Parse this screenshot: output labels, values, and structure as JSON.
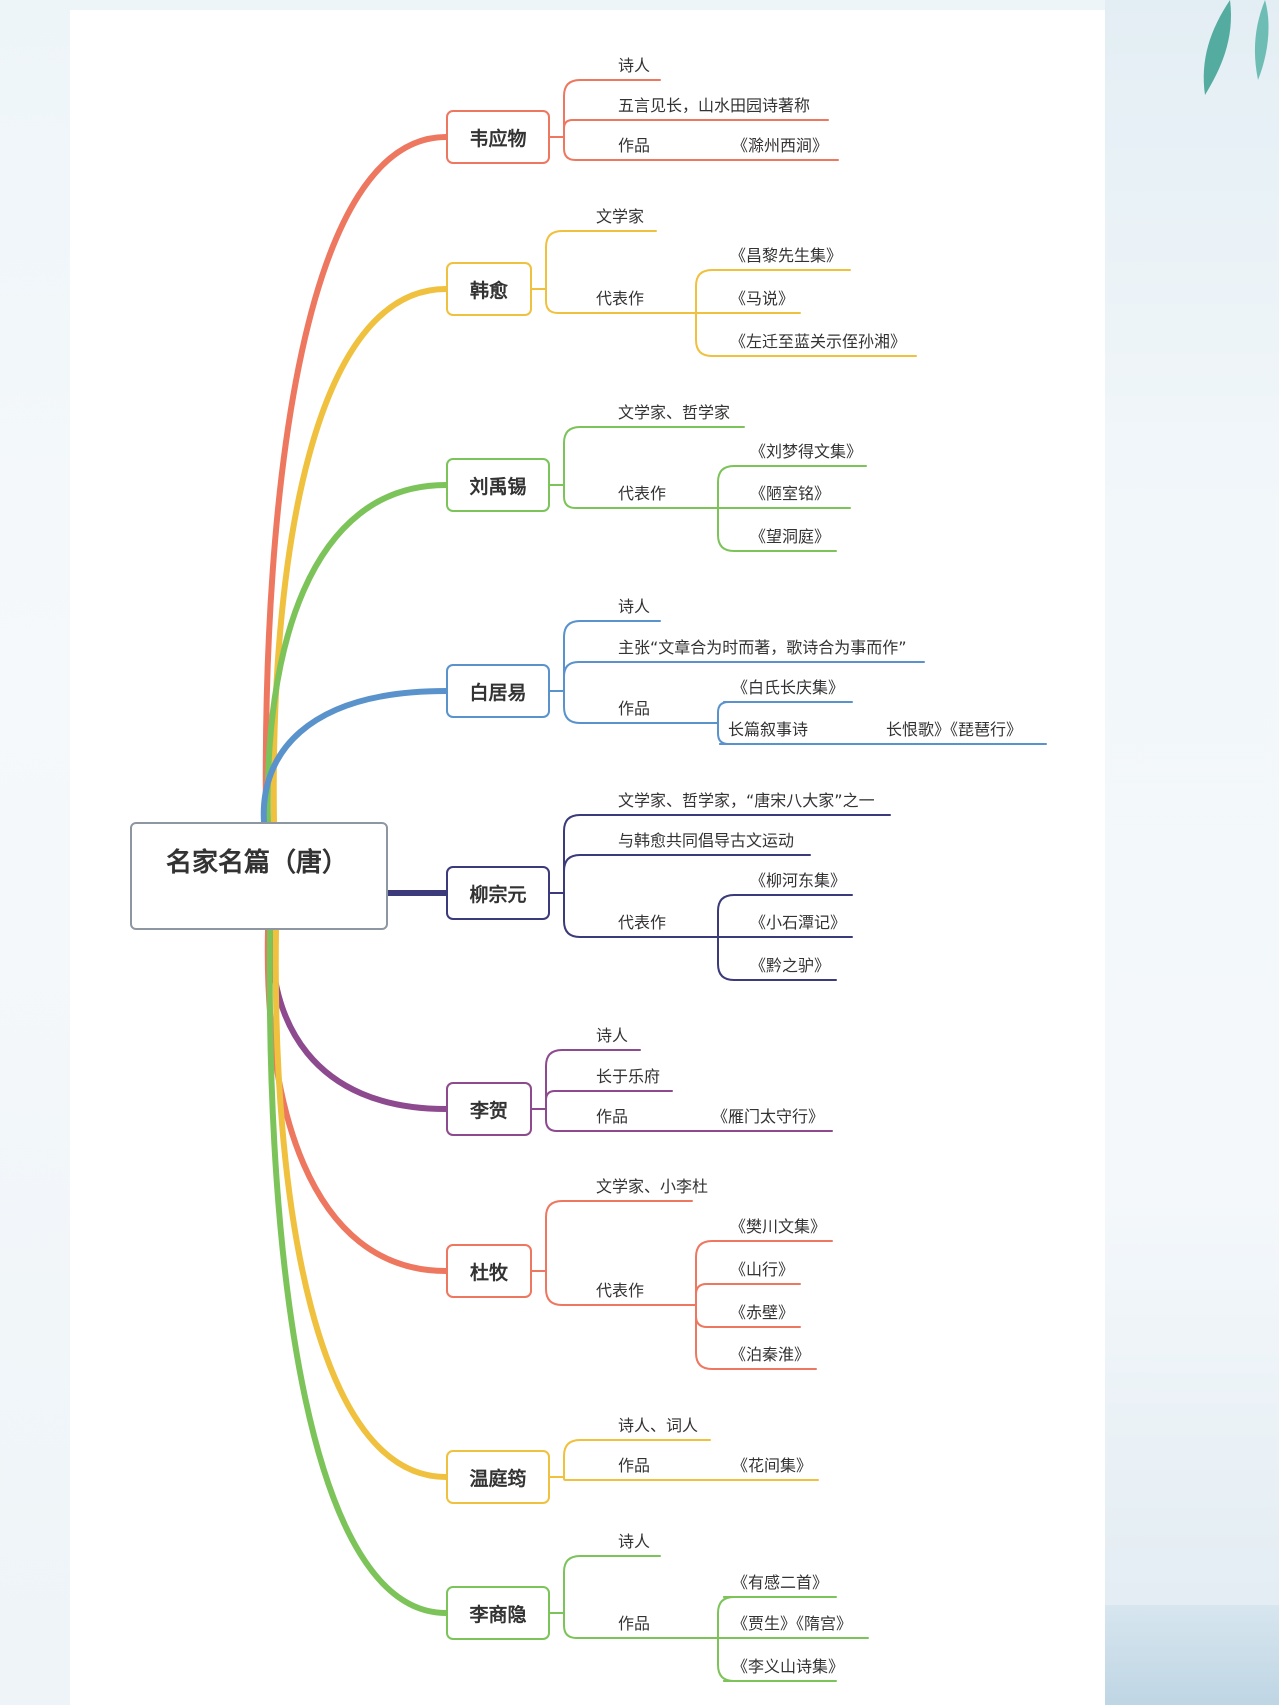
{
  "root": {
    "label": "名家名篇（唐）"
  },
  "authors": [
    {
      "name": "韦应物",
      "color": "#ee7760",
      "leaves": [
        "诗人",
        "五言见长，山水田园诗著称",
        "作品",
        "《滁州西涧》"
      ]
    },
    {
      "name": "韩愈",
      "color": "#f0c13e",
      "leaves": [
        "文学家",
        "代表作",
        "《昌黎先生集》",
        "《马说》",
        "《左迁至蓝关示侄孙湘》"
      ]
    },
    {
      "name": "刘禹锡",
      "color": "#7cc45a",
      "leaves": [
        "文学家、哲学家",
        "代表作",
        "《刘梦得文集》",
        "《陋室铭》",
        "《望洞庭》"
      ]
    },
    {
      "name": "白居易",
      "color": "#5a93cc",
      "leaves": [
        "诗人",
        "主张“文章合为时而著，歌诗合为事而作”",
        "作品",
        "《白氏长庆集》",
        "长篇叙事诗",
        "长恨歌》《琵琶行》"
      ]
    },
    {
      "name": "柳宗元",
      "color": "#3b3a7a",
      "leaves": [
        "文学家、哲学家，“唐宋八大家”之一",
        "与韩愈共同倡导古文运动",
        "代表作",
        "《柳河东集》",
        "《小石潭记》",
        "《黔之驴》"
      ]
    },
    {
      "name": "李贺",
      "color": "#8d4a8f",
      "leaves": [
        "诗人",
        "长于乐府",
        "作品",
        "《雁门太守行》"
      ]
    },
    {
      "name": "杜牧",
      "color": "#ee7760",
      "leaves": [
        "文学家、小李杜",
        "代表作",
        "《樊川文集》",
        "《山行》",
        "《赤壁》",
        "《泊秦淮》"
      ]
    },
    {
      "name": "温庭筠",
      "color": "#f0c13e",
      "leaves": [
        "诗人、词人",
        "作品",
        "《花间集》"
      ]
    },
    {
      "name": "李商隐",
      "color": "#7cc45a",
      "leaves": [
        "诗人",
        "作品",
        "《有感二首》",
        "《贾生》《隋宫》",
        "《李义山诗集》"
      ]
    }
  ]
}
